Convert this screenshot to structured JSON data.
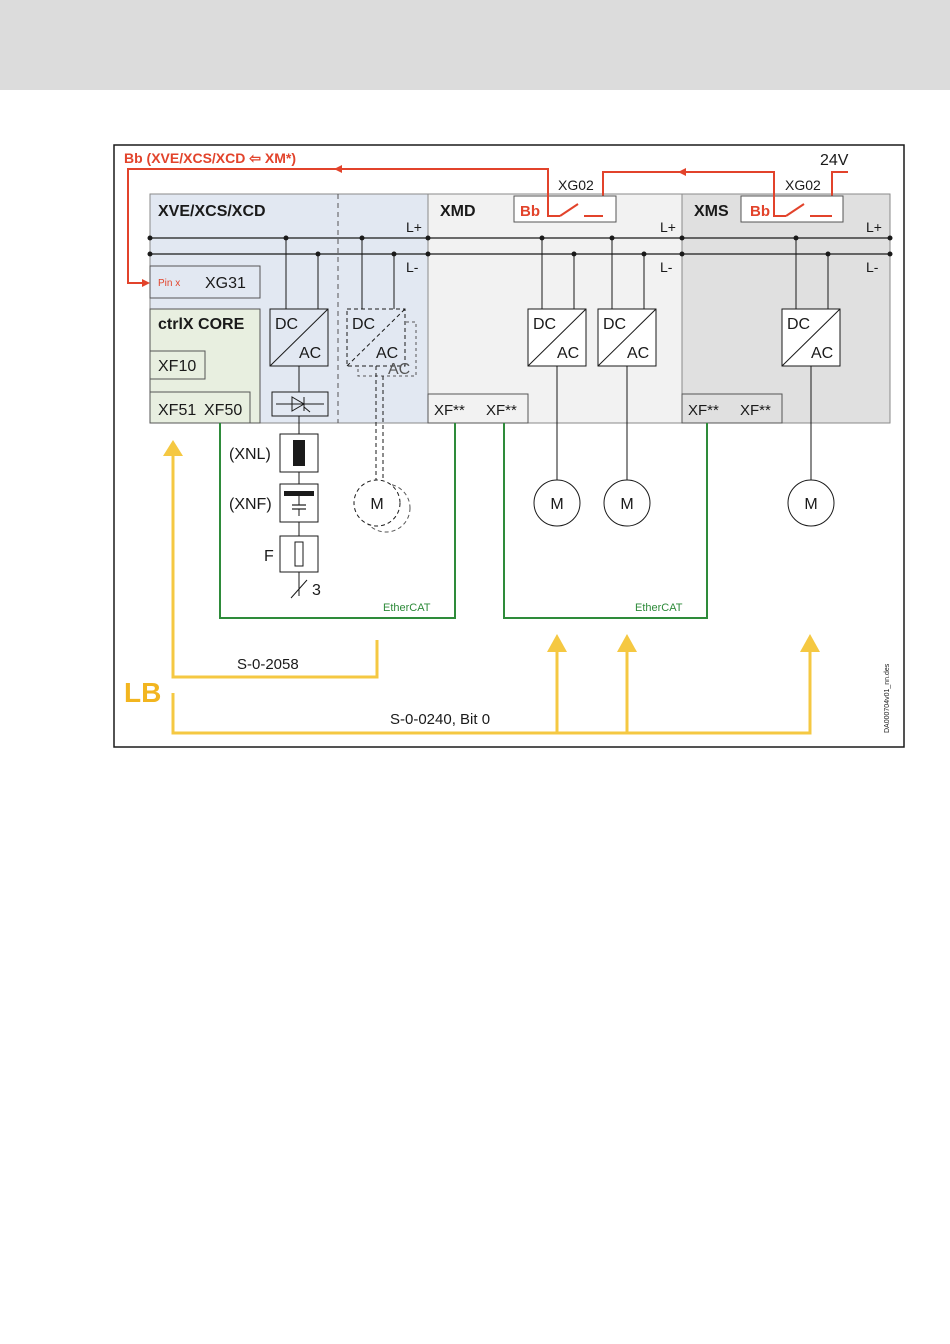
{
  "colors": {
    "header_band": "#dcdcdc",
    "module_xve_bg": "#e2e8f2",
    "module_xmd_bg": "#f2f2f2",
    "module_xms_bg": "#e0e0e0",
    "ctrlx_bg": "#e8efe0",
    "brake_red": "#e2432b",
    "ethercat_green": "#2e8b3a",
    "signal_yellow": "#f5c842"
  },
  "bb_title": "Bb (XVE/XCS/XCD",
  "bb_title_arrow": "⇦",
  "bb_title_end": "XM*)",
  "supply_24v": "24V",
  "xg02_label": "XG02",
  "bb_label": "Bb",
  "modules": {
    "xve": {
      "title": "XVE/XCS/XCD"
    },
    "xmd": {
      "title": "XMD"
    },
    "xms": {
      "title": "XMS"
    }
  },
  "rail_plus": "L+",
  "rail_minus": "L-",
  "pin_x": "Pin x",
  "xg31": "XG31",
  "ctrlx": {
    "title": "ctrlX CORE",
    "xf10": "XF10",
    "xf51": "XF51",
    "xf50": "XF50"
  },
  "dc": "DC",
  "ac": "AC",
  "xf_star": "XF**",
  "motor": "M",
  "xnl": "(XNL)",
  "xnf": "(XNF)",
  "fuse": "F",
  "phases": "3",
  "ethercat": "EtherCAT",
  "s_2058": "S-0-2058",
  "lb": "LB",
  "s_0240": "S-0-0240, Bit 0",
  "doc_id": "DA000704v01_nn.des"
}
